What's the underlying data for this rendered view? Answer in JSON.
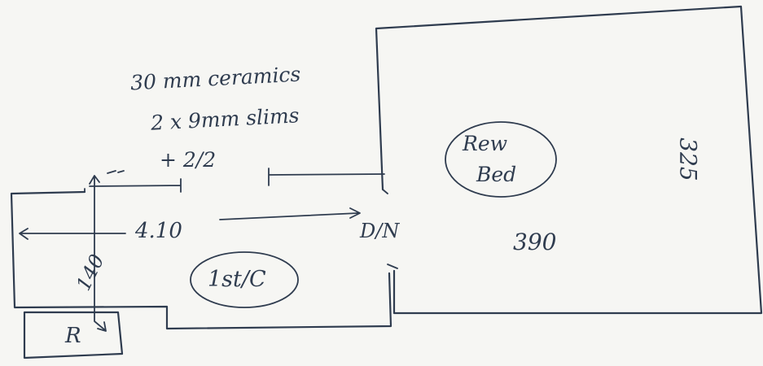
{
  "notes": {
    "line1": "30 mm ceramics",
    "line2": "2 x 9mm slims",
    "line3": "+ 2/2"
  },
  "rooms": {
    "left_room": {
      "label": "1st/C",
      "width": "4.10",
      "depth": "140"
    },
    "right_room": {
      "label_line1": "Rew",
      "label_line2": "Bed",
      "width": "390",
      "depth": "325"
    },
    "door_label": "D/N",
    "small_room": {
      "label": "R"
    }
  }
}
